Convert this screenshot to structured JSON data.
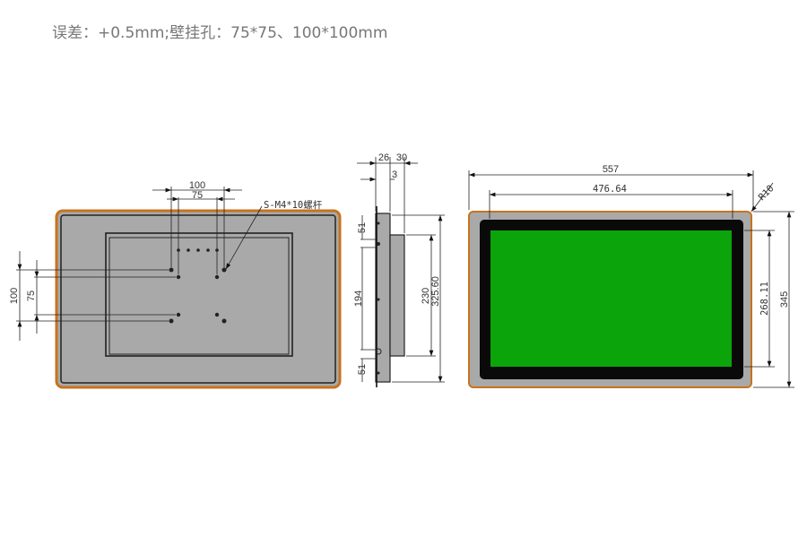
{
  "title": "误差：+0.5mm;壁挂孔：75*75、100*100mm",
  "colors": {
    "frame": "#a9a9a9",
    "border": "#c8731e",
    "screen": "#0ba40b",
    "bezel": "#0a0a0a"
  },
  "back_view": {
    "dim_top_outer": "100",
    "dim_top_inner": "75",
    "dim_left_outer": "100",
    "dim_left_inner": "75",
    "screw_label": "S-M4*10螺杆"
  },
  "side_view": {
    "dim_26": "26",
    "dim_30": "30",
    "dim_3": "3",
    "dim_51_top": "51",
    "dim_194": "194",
    "dim_51_bottom": "51",
    "dim_230": "230",
    "dim_325": "325.60"
  },
  "front_view": {
    "dim_width": "557",
    "dim_screen_width": "476.64",
    "dim_radius": "R10",
    "dim_screen_height": "268.11",
    "dim_height": "345"
  }
}
